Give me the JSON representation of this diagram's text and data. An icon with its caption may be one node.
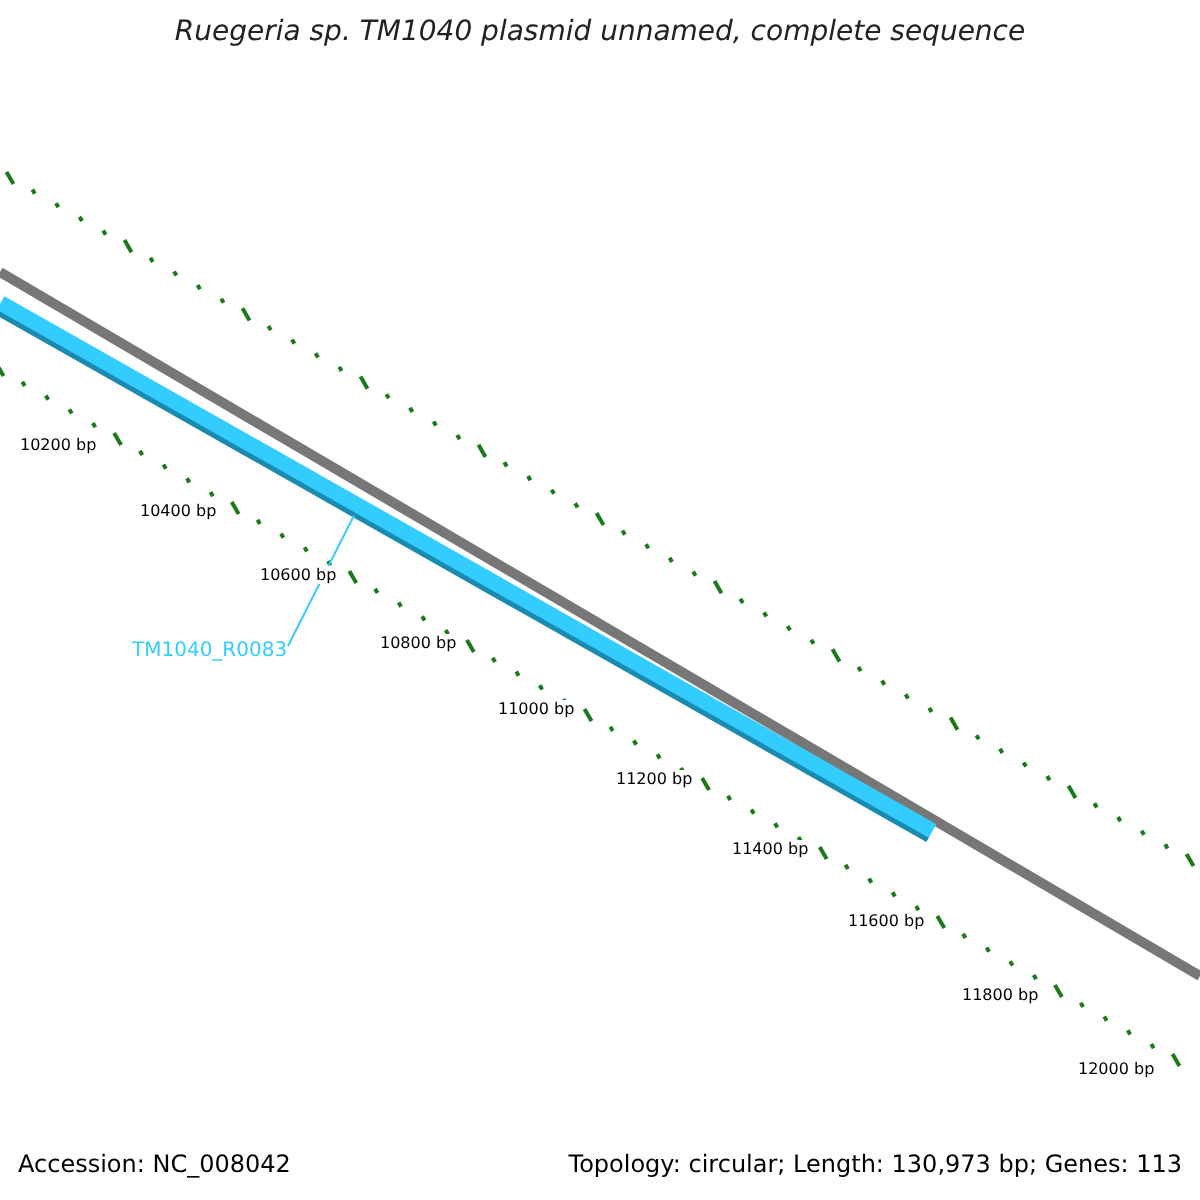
{
  "diagram": {
    "title": "Ruegeria sp. TM1040 plasmid unnamed, complete sequence",
    "nodes": [
      {
        "text": [
          "TM1040_R0083"
        ]
      },
      {
        "text": [],
        "shape": "bar"
      }
    ],
    "edges": [
      {
        "from": 0,
        "to": 1,
        "arrow": "none"
      }
    ],
    "labels": [
      "10200 bp",
      "10400 bp",
      "10600 bp",
      "10800 bp",
      "11000 bp",
      "11200 bp",
      "11400 bp",
      "11600 bp",
      "11800 bp",
      "12000 bp",
      "Accession: NC_008042",
      "Topology: circular; Length: 130,973 bp; Genes: 113"
    ]
  }
}
